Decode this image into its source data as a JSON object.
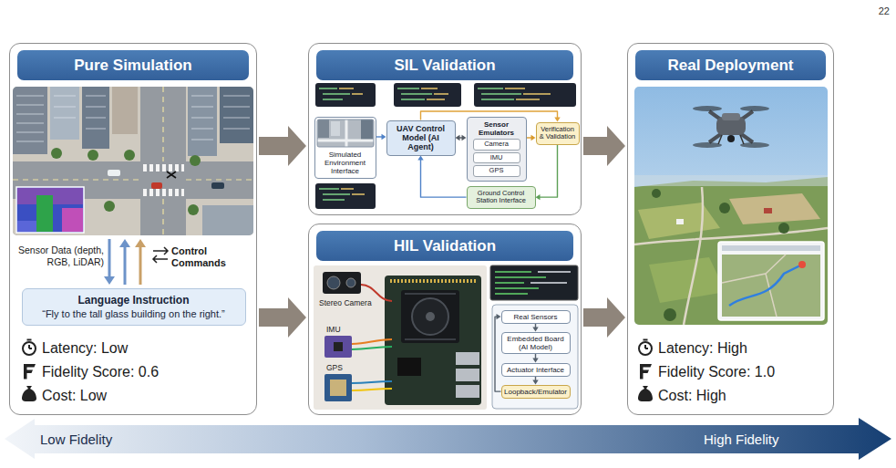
{
  "diagram": {
    "nodes": [
      {
        "text": [
          "Pure Simulation"
        ]
      },
      {
        "text": [
          "Language Instruction",
          "“Fly to the tall glass building on the right.”"
        ],
        "in": 0
      },
      {
        "text": [
          "SIL Validation"
        ]
      },
      {
        "text": [
          "Simulated Environment Interface"
        ],
        "in": 2
      },
      {
        "text": [
          "UAV Control Model (AI Agent)"
        ],
        "in": 2
      },
      {
        "text": [
          "Sensor Emulators"
        ],
        "in": 2
      },
      {
        "text": [
          "Camera"
        ],
        "in": 5
      },
      {
        "text": [
          "IMU"
        ],
        "in": 5
      },
      {
        "text": [
          "GPS"
        ],
        "in": 5
      },
      {
        "text": [
          "Verification & Validation"
        ],
        "in": 2
      },
      {
        "text": [
          "Ground Control Station Interface"
        ],
        "in": 2
      },
      {
        "text": [
          "HIL Validation"
        ]
      },
      {
        "text": [
          "Real Sensors"
        ],
        "in": 11
      },
      {
        "text": [
          "Embedded Board (AI Model)"
        ],
        "in": 11
      },
      {
        "text": [
          "Actuator Interface"
        ],
        "in": 11
      },
      {
        "text": [
          "Loopback/Emulator"
        ],
        "in": 11
      },
      {
        "text": [
          "Real Deployment"
        ]
      }
    ],
    "edges": [
      {
        "from": 0,
        "to": 2,
        "arrow": "to"
      },
      {
        "from": 0,
        "to": 11,
        "arrow": "to"
      },
      {
        "from": 2,
        "to": 16,
        "arrow": "to"
      },
      {
        "from": 11,
        "to": 16,
        "arrow": "to"
      },
      {
        "from": 3,
        "to": 4,
        "arrow": "to"
      },
      {
        "from": 4,
        "to": 5,
        "arrow": "both"
      },
      {
        "from": 5,
        "to": 9,
        "arrow": "to"
      },
      {
        "from": 4,
        "to": 9,
        "arrow": "to"
      },
      {
        "from": 9,
        "to": 10,
        "arrow": "to"
      },
      {
        "from": 10,
        "to": 4,
        "arrow": "to"
      },
      {
        "from": 12,
        "to": 13,
        "arrow": "to"
      },
      {
        "from": 13,
        "to": 14,
        "arrow": "to"
      },
      {
        "from": 14,
        "to": 15,
        "arrow": "to"
      },
      {
        "from": 15,
        "to": 12,
        "arrow": "to"
      }
    ],
    "labels": [
      "22",
      "Sensor Data (depth, RGB, LiDAR)",
      "Control Commands",
      "Latency: Low",
      "Fidelity Score: 0.6",
      "Cost: Low",
      "Stereo Camera",
      "IMU",
      "GPS",
      "Latency: High",
      "Fidelity Score: 1.0",
      "Cost: High",
      "Low Fidelity",
      "High Fidelity"
    ]
  }
}
